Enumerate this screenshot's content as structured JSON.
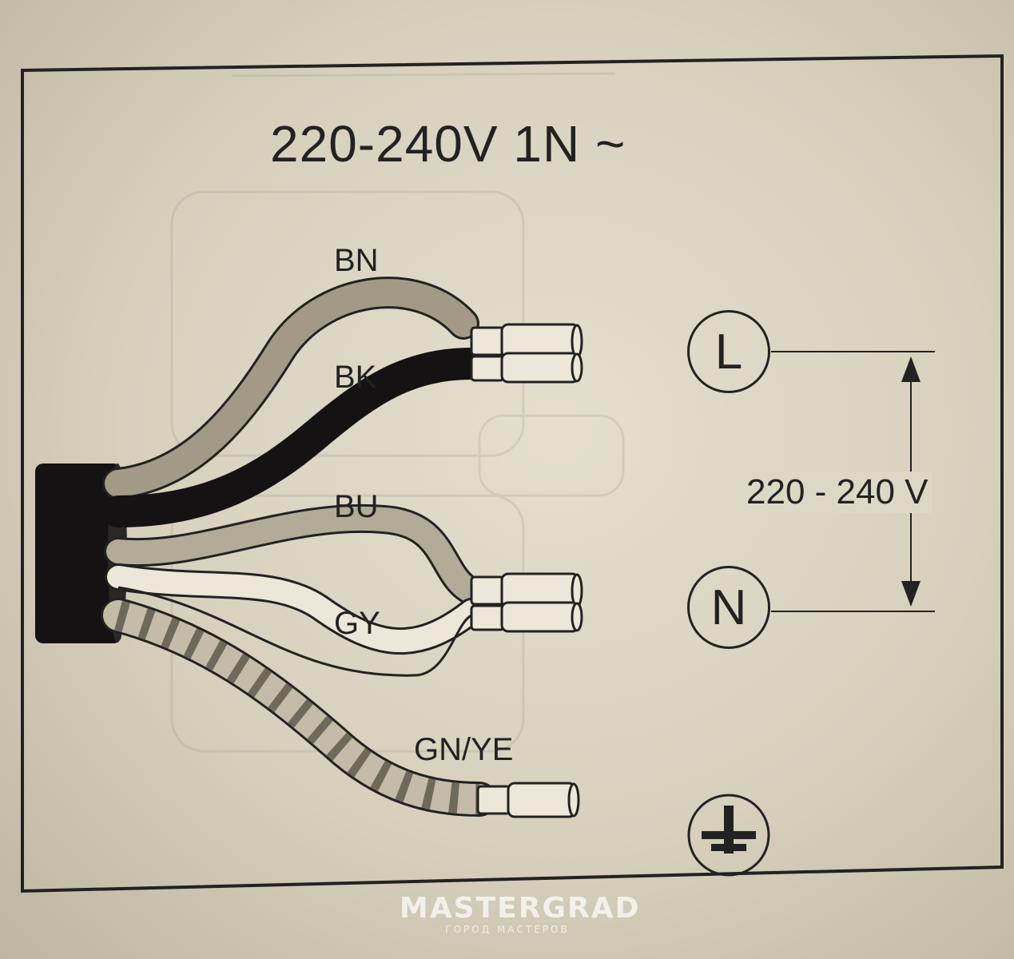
{
  "diagram": {
    "title": "220-240V 1N ~",
    "wires": {
      "bn": "BN",
      "bk": "BK",
      "bu": "BU",
      "gy": "GY",
      "gnye": "GN/YE"
    },
    "terminals": {
      "live": "L",
      "neutral": "N",
      "earth_icon": "earth-ground-icon"
    },
    "voltage_label": "220 - 240 V"
  },
  "watermark": {
    "name": "MASTERGRAD",
    "tagline": "ГОРОД МАСТЕРОВ"
  },
  "colors": {
    "paper": "#d9d3c0",
    "ink": "#222222",
    "brown_wire": "#a29a86",
    "black_wire": "#1a1818",
    "blue_wire": "#b2ab97",
    "grey_wire": "#ece7d8"
  }
}
